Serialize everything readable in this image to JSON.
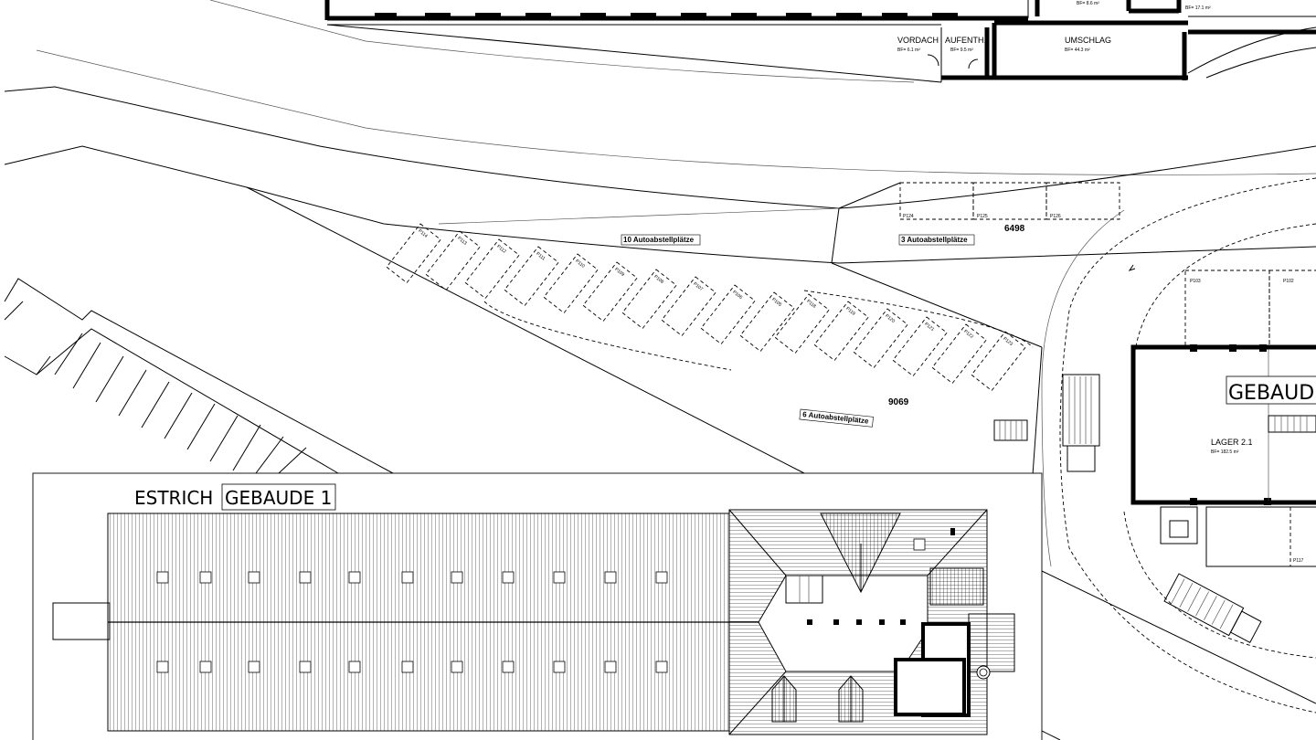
{
  "rooms": {
    "vordach": {
      "name": "VORDACH",
      "area": "BF= 6.1 m²"
    },
    "aufenth": {
      "name": "AUFENTH.",
      "area": "BF= 9.5 m²"
    },
    "umschlag": {
      "name": "UMSCHLAG",
      "area": "BF= 44.3 m²"
    },
    "top_a": {
      "area": "BF= 8.6 m²"
    },
    "top_b": {
      "area": "BF= 17.1 m²"
    },
    "lager": {
      "name": "LAGER 2.1",
      "area": "BF= 182.5 m²"
    }
  },
  "parking": {
    "group_10": {
      "label": "10 Autoabstellplätze",
      "spaces": [
        "P114",
        "P113",
        "P112",
        "P111",
        "P110",
        "P109",
        "P108",
        "P107",
        "P106",
        "P105"
      ]
    },
    "group_3": {
      "label": "3 Autoabstellplätze",
      "spaces": [
        "P124",
        "P125",
        "P126"
      ]
    },
    "group_6": {
      "label": "6 Autoabstellplätze",
      "spaces": [
        "P118",
        "P119",
        "P120",
        "P121",
        "P122",
        "P123"
      ]
    },
    "east": [
      "P103",
      "P102",
      "P117"
    ]
  },
  "parcels": {
    "north": "6498",
    "south": "9069"
  },
  "buildings": {
    "g1": {
      "level": "ESTRICH",
      "name": "GEBAUDE 1"
    },
    "g2": {
      "name": "GEBAUDE"
    }
  }
}
